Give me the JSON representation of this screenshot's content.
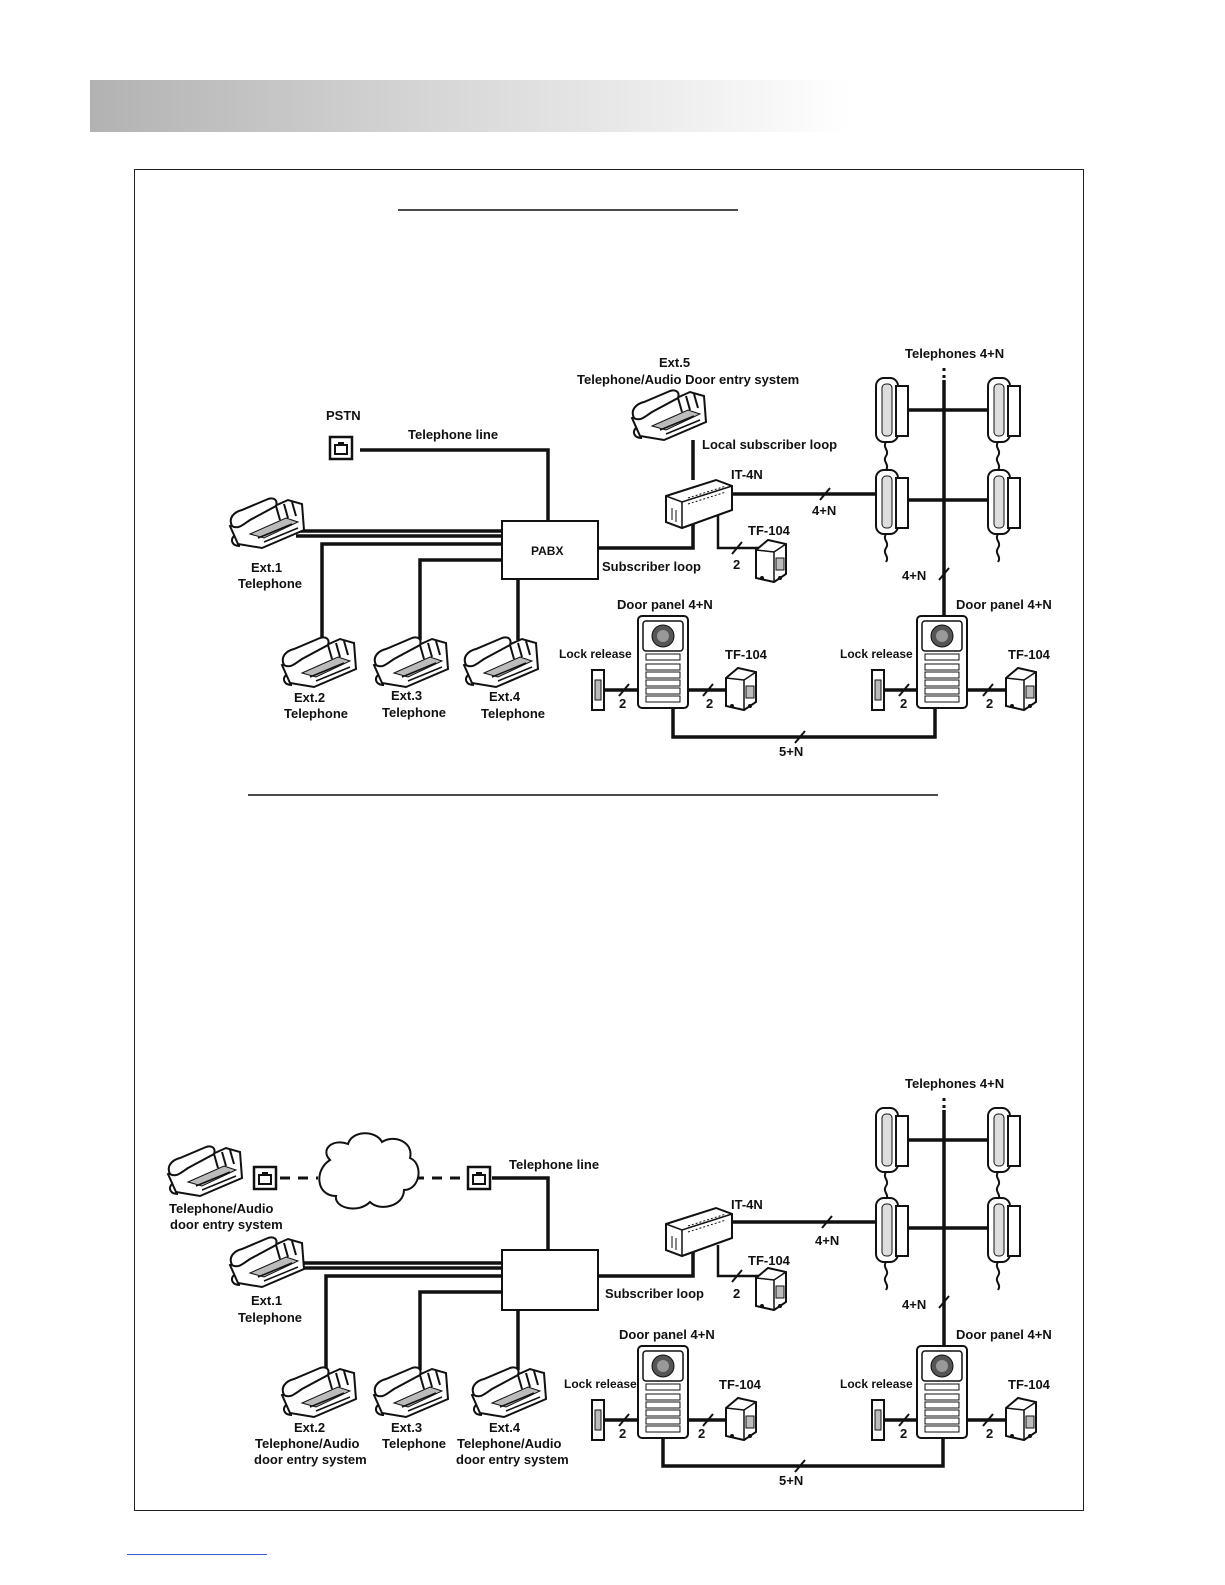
{
  "diagram1": {
    "telephones_label": "Telephones 4+N",
    "ext5_label": "Ext.5",
    "ext5_sub": "Telephone/Audio Door entry system",
    "pstn_label": "PSTN",
    "telephone_line_label": "Telephone line",
    "local_loop_label": "Local subscriber loop",
    "it4n_label": "IT-4N",
    "bus_label": "4+N",
    "tf104_label": "TF-104",
    "pabx_label": "PABX",
    "subscriber_loop_label": "Subscriber loop",
    "two_label": "2",
    "ext1_label": "Ext.1",
    "ext1_sub": "Telephone",
    "riser_label": "4+N",
    "door_panel_left_label": "Door panel 4+N",
    "door_panel_right_label": "Door panel 4+N",
    "lock_release_label": "Lock release",
    "ext2_label": "Ext.2",
    "ext2_sub": "Telephone",
    "ext3_label": "Ext.3",
    "ext3_sub": "Telephone",
    "ext4_label": "Ext.4",
    "ext4_sub": "Telephone",
    "link_label": "5+N"
  },
  "diagram2": {
    "telephones_label": "Telephones 4+N",
    "telephone_line_label": "Telephone line",
    "remote_label_1": "Telephone/Audio",
    "remote_label_2": "door entry system",
    "it4n_label": "IT-4N",
    "bus_label": "4+N",
    "tf104_label": "TF-104",
    "subscriber_loop_label": "Subscriber loop",
    "two_label": "2",
    "ext1_label": "Ext.1",
    "ext1_sub": "Telephone",
    "riser_label": "4+N",
    "door_panel_left_label": "Door panel 4+N",
    "door_panel_right_label": "Door panel 4+N",
    "lock_release_label": "Lock release",
    "ext2_label": "Ext.2",
    "ext2_sub1": "Telephone/Audio",
    "ext2_sub2": "door entry system",
    "ext3_label": "Ext.3",
    "ext3_sub": "Telephone",
    "ext4_label": "Ext.4",
    "ext4_sub1": "Telephone/Audio",
    "ext4_sub2": "door entry system",
    "link_label": "5+N"
  }
}
